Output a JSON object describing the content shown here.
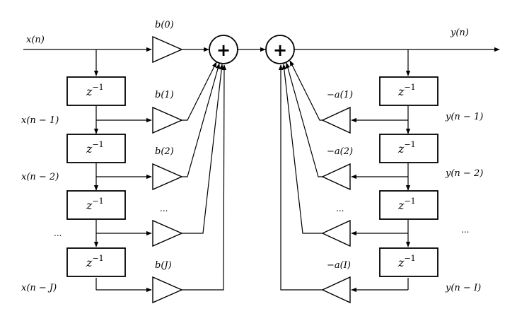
{
  "signals": {
    "input": "x(n)",
    "output": "y(n)",
    "x_delays": [
      "x(n − 1)",
      "x(n − 2)",
      "...",
      "x(n − J)"
    ],
    "y_delays": [
      "y(n − 1)",
      "y(n − 2)",
      "...",
      "y(n − I)"
    ]
  },
  "coefficients": {
    "b": [
      "b(0)",
      "b(1)",
      "b(2)",
      "...",
      "b(J)"
    ],
    "a": [
      "−a(1)",
      "−a(2)",
      "...",
      "−a(I)"
    ]
  },
  "delay_block": {
    "base": "z",
    "exponent": "−1"
  },
  "adder_symbol": "+"
}
